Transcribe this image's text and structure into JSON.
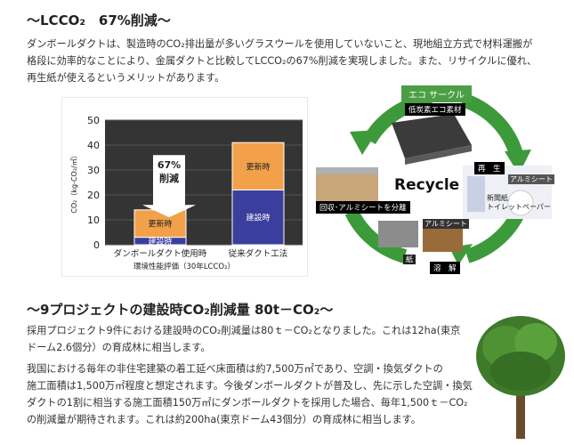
{
  "section1": {
    "title": "〜LCCO₂　67%削減〜",
    "paragraph_lines": [
      "ダンボールダクトは、製造時のCO₂排出量が多いグラスウールを使用していないこと、現地組立方式で材料運搬が",
      "格段に効率的なことにより、金属ダクトと比較してLCCO₂の67%削減を実現しました。また、リサイクルに優れ、",
      "再生紙が使えるというメリットがあります。"
    ]
  },
  "chart_data": {
    "type": "bar",
    "stacked": true,
    "categories": [
      "ダンボールダクト使用時",
      "従来ダクト工法"
    ],
    "series": [
      {
        "name": "建設時",
        "values": [
          3,
          22
        ]
      },
      {
        "name": "更新時",
        "values": [
          11,
          19
        ]
      }
    ],
    "ylabel": "CO₂（kg-CO₂/㎡）",
    "ylim": [
      0,
      50
    ],
    "yticks": [
      0,
      10,
      20,
      30,
      40,
      50
    ],
    "annotation": "67%\n削減",
    "caption": "環境性能評価（30年LCCO₂）",
    "grid": true,
    "colors": {
      "construction": "#3a3f9e",
      "renewal": "#f2a14a",
      "background": "#343434"
    }
  },
  "cycle": {
    "title": "エコ サークル",
    "center": "Recycle",
    "items": {
      "low_carbon": "低炭素エコ素材",
      "regen": "再　生",
      "aluminum_right": "アルミシート",
      "tissue": "新聞紙\nトイレットペーパー",
      "aluminum_bottom": "アルミシート",
      "paper": "紙",
      "dissolve": "溶　解",
      "separate": "回収･アルミシートを分離"
    }
  },
  "section2": {
    "title": "〜9プロジェクトの建設時CO₂削減量 80t－CO₂〜",
    "paragraph1_lines": [
      "採用プロジェクト9件における建設時のCO₂削減量は80ｔ－CO₂となりました。これは12ha(東京",
      "ドーム2.6個分）の育成林に相当します。"
    ],
    "paragraph2_lines": [
      "我国における毎年の非住宅建築の着工延べ床面積は約7,500万㎡であり、空調・換気ダクトの",
      "施工面積は1,500万㎡程度と想定されます。今後ダンボールダクトが普及し、先に示した空調・換気",
      "ダクトの1割に相当する施工面積150万㎡にダンボールダクトを採用した場合、毎年1,500ｔ－CO₂",
      "の削減量が期待されます。これは約200ha(東京ドーム43個分）の育成林に相当します。"
    ]
  }
}
